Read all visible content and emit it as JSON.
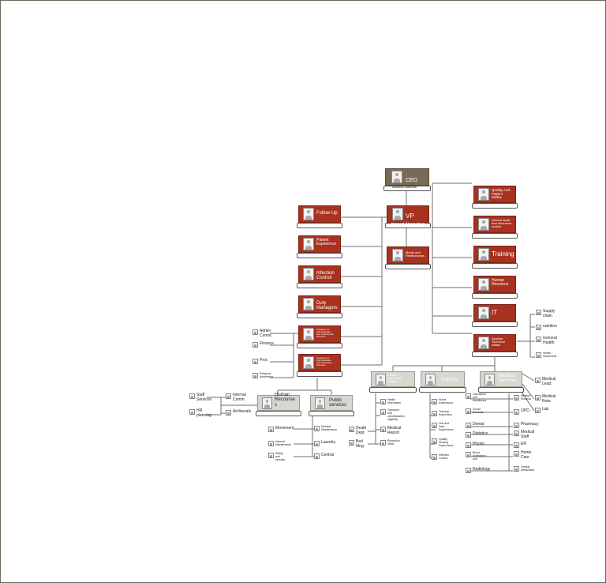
{
  "colors": {
    "box": "#a8321f",
    "box_border": "#7a2416",
    "grey_box": "#d7d7cf",
    "ceo_box": "#7a6a55",
    "line": "#6e6e6e"
  },
  "icons": {
    "person": "person-placeholder-icon"
  },
  "ceo": {
    "title": "CEO",
    "name": "Abdullah Albarrak"
  },
  "vp": {
    "title": "VP",
    "name": "Hamad Alrumaihan"
  },
  "media": {
    "title": "Media and\nRelationships"
  },
  "left_units": [
    {
      "label": "Follow Up"
    },
    {
      "label": "Patient\nExperience"
    },
    {
      "label": "Infection\nControl"
    },
    {
      "label": "Duty\nManagers"
    },
    {
      "label": "Assistant for\nAdministration\nand Operational\nServices"
    },
    {
      "label": "Assistant for\nAdministration\nand Operating\nServices"
    }
  ],
  "right_units": [
    {
      "label": "Quality And\nPatient\nSafety"
    },
    {
      "label": "Internal audit\nand insurance\ncontrol"
    },
    {
      "label": "Training"
    },
    {
      "label": "Human\nResource"
    },
    {
      "label": "IT"
    },
    {
      "label": "Assitant\nTechnical\nAffairs"
    }
  ],
  "assistant_admin_items": [
    "Admin\nComm.",
    "Finance",
    "Proc",
    "Religious\nAwareness"
  ],
  "technical_items": [
    "Supply\nchain",
    "nutrition",
    "General\nHealth",
    "Health\nAwareness"
  ],
  "operations": {
    "human_resources": {
      "label": "Human\nRecourse\ns"
    },
    "public_services": {
      "label": "Public\nservices"
    },
    "hr_items": [
      "Staff\nServices",
      "HR\nplanning"
    ],
    "hr_sub_items": [
      "Internal\nComm.",
      "Archievals"
    ],
    "public_items_left": [
      "Movement",
      "Internal\nMaintenance",
      "Safety and\nsecurity"
    ],
    "public_items_right": [
      "Medical\nMaintenance",
      "Laundry",
      "Central"
    ]
  },
  "technical": {
    "health_info": {
      "label": "Health\nInformatic\ns Dept."
    },
    "nursing": {
      "label": "Nursing"
    },
    "medical_services": {
      "label": "Medical\nServices"
    },
    "health_items": [
      "Health\ninformatics",
      "Transport\nand\nadministration\neligibility",
      "Medical\nReport",
      "Reception\noffice"
    ],
    "health_side": [
      "Death\nDept",
      "Bed\nMng."
    ],
    "nursing_items": [
      "Nurse\nsupervisors",
      "Training\nSupervisor",
      "Unit and\nDept\nSupervisors",
      "Quality\nNursing\nSupervisors",
      "Infection\nControl"
    ],
    "medical_left": [
      "Operations\nand\nanesthesia",
      "Social\nServices",
      "Dental",
      "Dietetics",
      "Physio",
      "Blood\npurification\nunit",
      "Radiology"
    ],
    "medical_right": [
      "Medical\nRecords",
      "OPD",
      "Pharmacy",
      "Medical\nStaff",
      "ER",
      "Home\nCare",
      "Central\nsterilization"
    ],
    "medical_top": [
      "Medical Lead",
      "Medical Rota",
      "Lab"
    ]
  }
}
